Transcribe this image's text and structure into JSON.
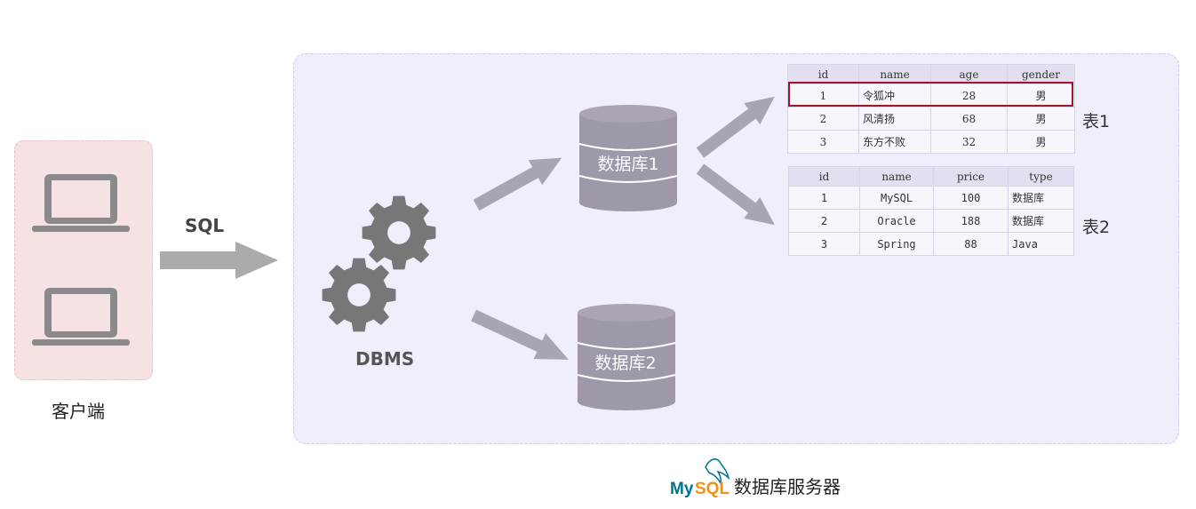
{
  "client": {
    "label": "客户端"
  },
  "connection": {
    "label": "SQL"
  },
  "dbms": {
    "label": "DBMS"
  },
  "databases": [
    {
      "label": "数据库1"
    },
    {
      "label": "数据库2"
    }
  ],
  "tables": [
    {
      "label": "表1",
      "columns": [
        "id",
        "name",
        "age",
        "gender"
      ],
      "rows": [
        [
          "1",
          "令狐冲",
          "28",
          "男"
        ],
        [
          "2",
          "风清扬",
          "68",
          "男"
        ],
        [
          "3",
          "东方不败",
          "32",
          "男"
        ]
      ],
      "highlighted_row": 0
    },
    {
      "label": "表2",
      "columns": [
        "id",
        "name",
        "price",
        "type"
      ],
      "rows": [
        [
          "1",
          "MySQL",
          "100",
          "数据库"
        ],
        [
          "2",
          "Oracle",
          "188",
          "数据库"
        ],
        [
          "3",
          "Spring",
          "88",
          "Java"
        ]
      ]
    }
  ],
  "server": {
    "logo_text": "MySQL",
    "label": "数据库服务器"
  },
  "colors": {
    "client_bg": "#f7e2e3",
    "server_bg": "#f1eefb",
    "icon_gray": "#8a8a8a",
    "db_gray": "#9e98a8",
    "arrow_gray": "#a8a4b0",
    "highlight_red": "#a0162b",
    "mysql_blue": "#00758f",
    "mysql_orange": "#f29111"
  }
}
